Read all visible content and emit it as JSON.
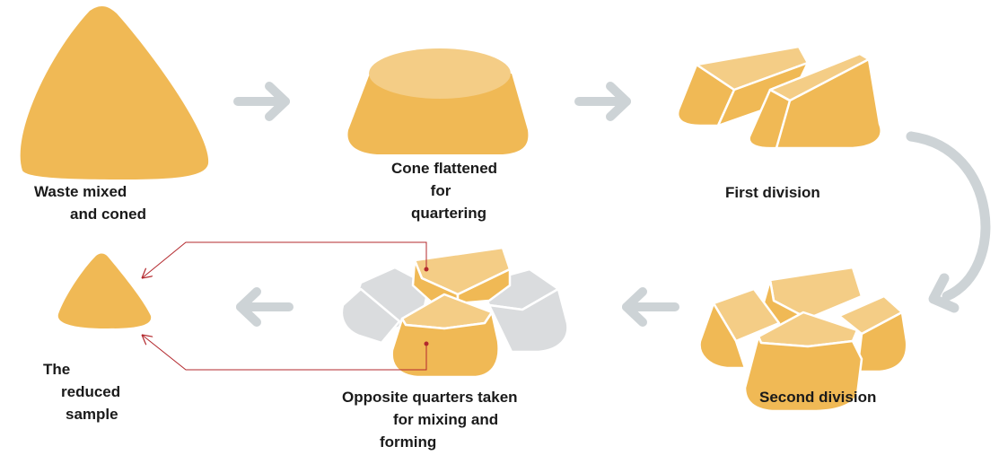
{
  "colors": {
    "pile": "#F0B955",
    "pile_top": "#F4CD86",
    "grey_block": "#DADCDE",
    "arrow": "#CDD3D6",
    "connector": "#B3282D"
  },
  "labels": {
    "step1": [
      "Waste mixed",
      "and coned"
    ],
    "step2": [
      "Cone flattened",
      "for",
      "quartering"
    ],
    "step3": [
      "First division"
    ],
    "step4": [
      "Second division"
    ],
    "step5": [
      "Opposite quarters taken",
      "for mixing and",
      "forming"
    ],
    "step6": [
      "The",
      "reduced",
      "sample"
    ]
  },
  "icons": [
    "right-arrow-icon",
    "right-arrow-icon",
    "curved-down-arrow-icon",
    "left-arrow-icon",
    "left-arrow-icon"
  ]
}
